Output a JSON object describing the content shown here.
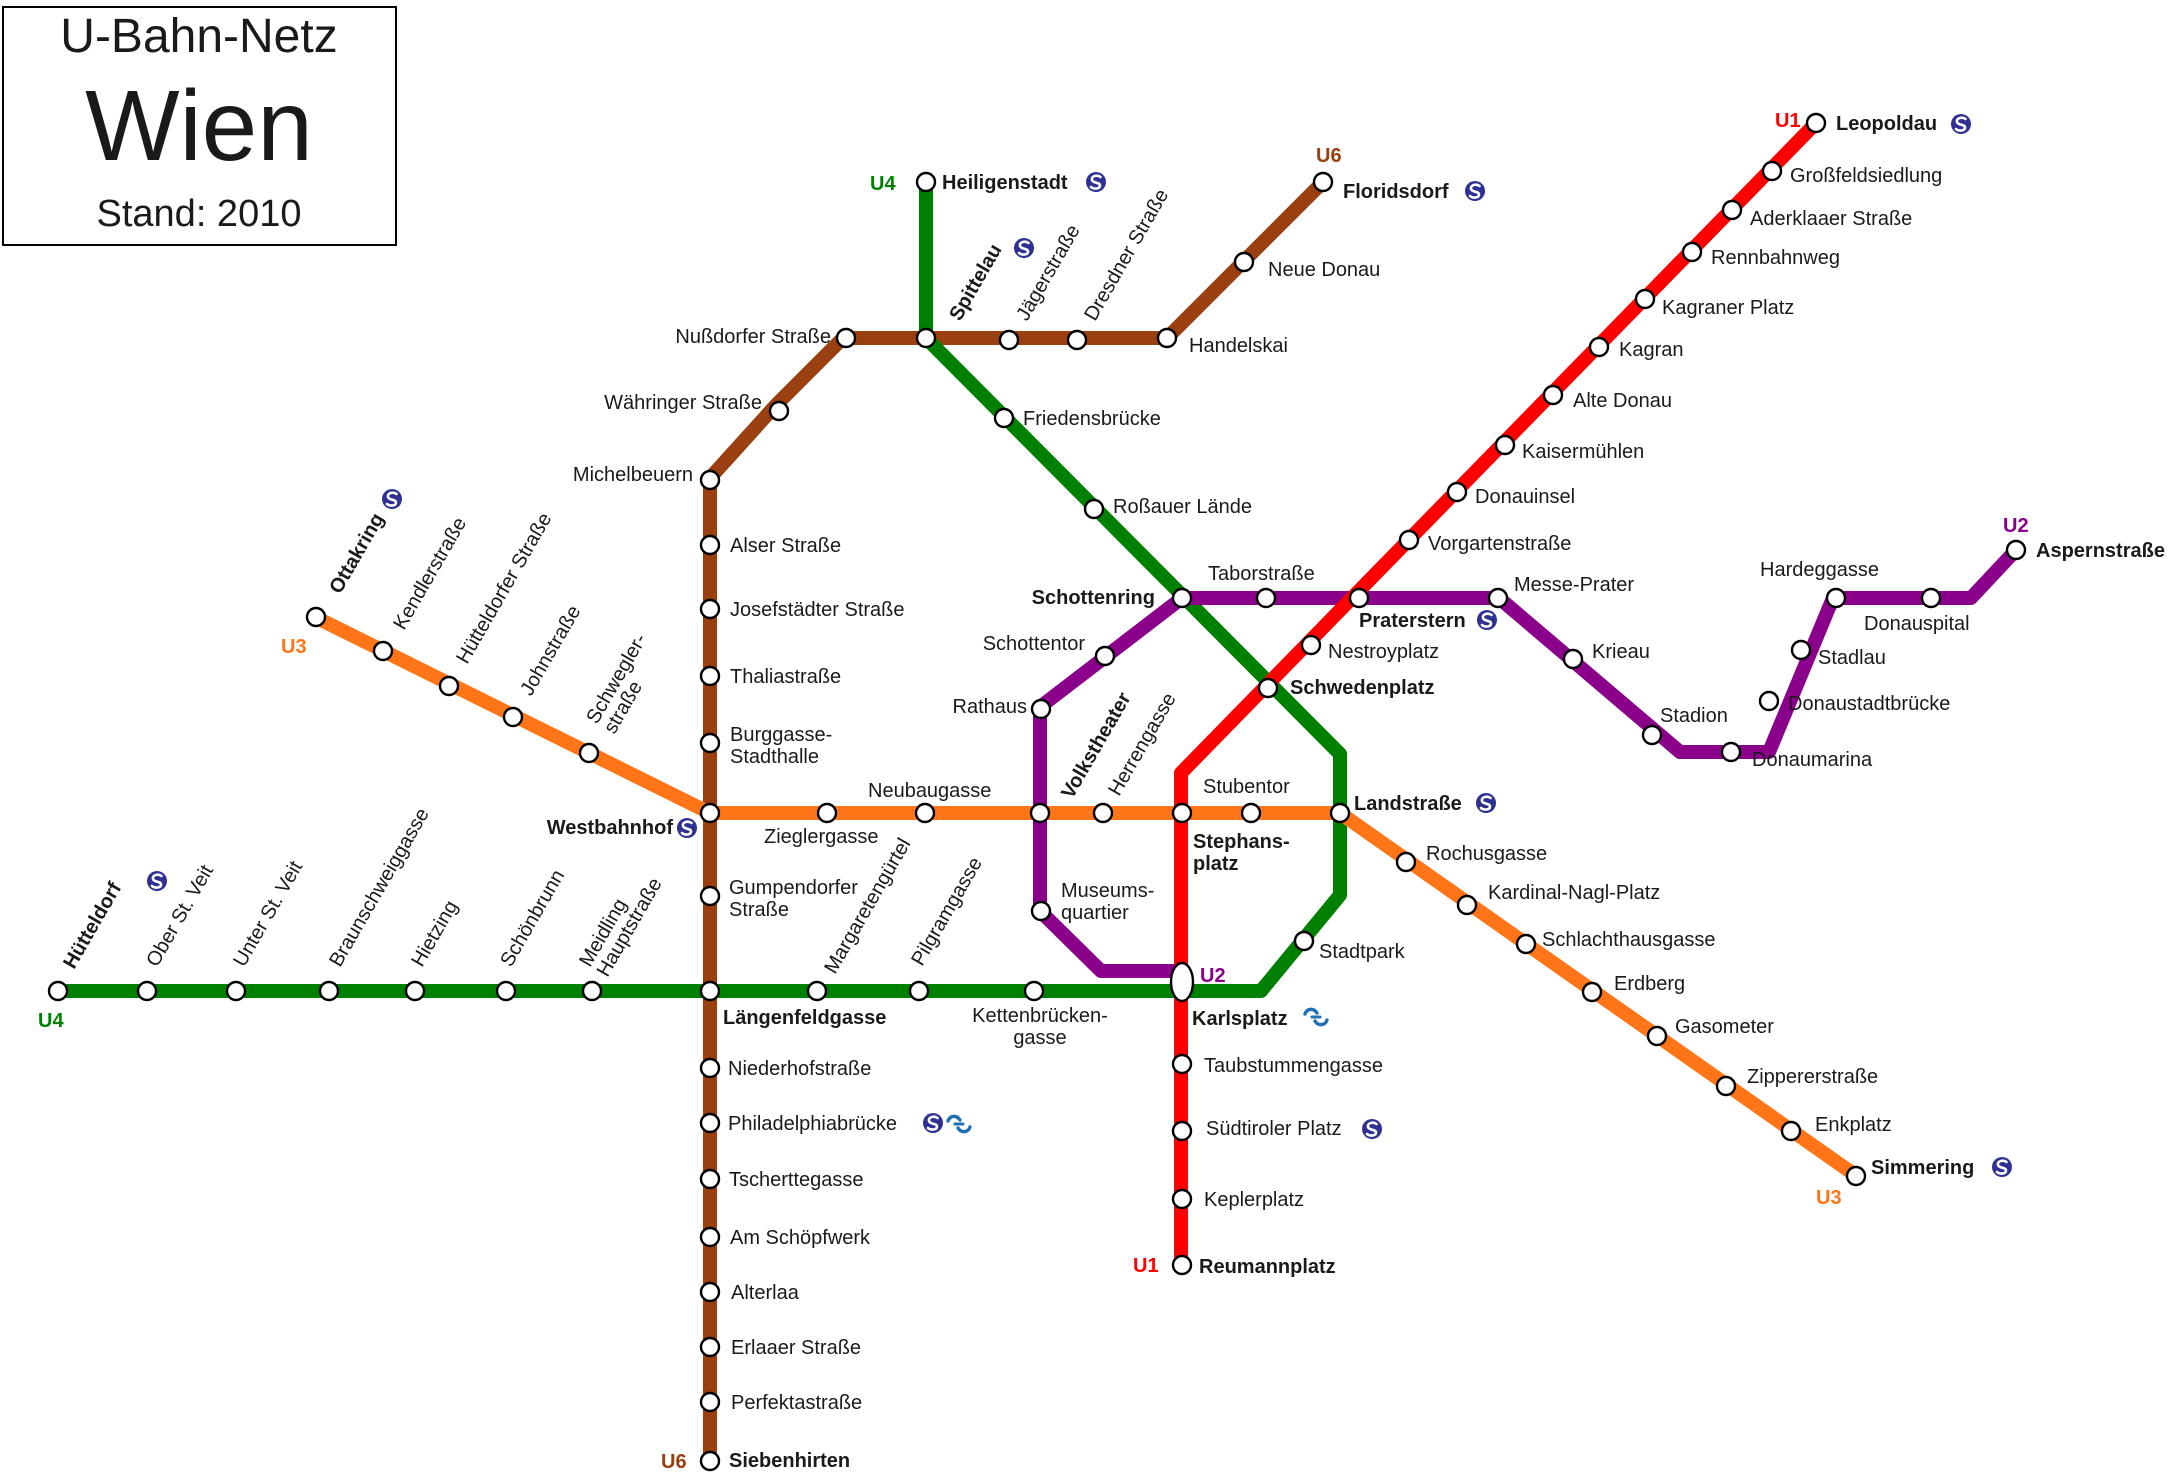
{
  "title": {
    "line1": "U-Bahn-Netz",
    "line2": "Wien",
    "line3": "Stand: 2010"
  },
  "colors": {
    "U1": "#ff0000",
    "U2": "#8b008b",
    "U3": "#ff7518",
    "U4": "#008000",
    "U6": "#993f10",
    "sbahn": "#2e3192",
    "badner": "#1f6fb5"
  },
  "icons": {
    "s_bahn": "s-bahn-icon",
    "badner_bahn": "badner-bahn-icon"
  },
  "lines": [
    {
      "id": "U1",
      "label": "U1"
    },
    {
      "id": "U2",
      "label": "U2"
    },
    {
      "id": "U3",
      "label": "U3"
    },
    {
      "id": "U4",
      "label": "U4"
    },
    {
      "id": "U6",
      "label": "U6"
    }
  ],
  "stations": [
    {
      "id": "heiligenstadt",
      "name": "Heiligenstadt",
      "major": true,
      "sbahn": true
    },
    {
      "id": "spittelau",
      "name": "Spittelau",
      "major": true,
      "sbahn": true
    },
    {
      "id": "friedensbruecke",
      "name": "Friedensbrücke"
    },
    {
      "id": "rossauer",
      "name": "Roßauer Lände"
    },
    {
      "id": "schottenring",
      "name": "Schottenring",
      "major": true
    },
    {
      "id": "schwedenplatz",
      "name": "Schwedenplatz",
      "major": true
    },
    {
      "id": "landstrasse",
      "name": "Landstraße",
      "major": true,
      "sbahn": true
    },
    {
      "id": "stadtpark",
      "name": "Stadtpark"
    },
    {
      "id": "karlsplatz",
      "name": "Karlsplatz",
      "major": true,
      "badner": true
    },
    {
      "id": "kettenbruecken",
      "name_lines": [
        "Kettenbrücken-",
        "gasse"
      ]
    },
    {
      "id": "pilgramgasse",
      "name": "Pilgramgasse"
    },
    {
      "id": "margaretenguertel",
      "name": "Margaretengürtel"
    },
    {
      "id": "laengenfeldgasse",
      "name": "Längenfeldgasse",
      "major": true
    },
    {
      "id": "meidling",
      "name_lines": [
        "Meidling",
        "Hauptstraße"
      ]
    },
    {
      "id": "schoenbrunn",
      "name": "Schönbrunn"
    },
    {
      "id": "hietzing",
      "name": "Hietzing"
    },
    {
      "id": "braunschweiggasse",
      "name": "Braunschweiggasse"
    },
    {
      "id": "unter_st_veit",
      "name": "Unter St. Veit"
    },
    {
      "id": "ober_st_veit",
      "name": "Ober St. Veit"
    },
    {
      "id": "huetteldorf",
      "name": "Hütteldorf",
      "major": true,
      "sbahn": true
    },
    {
      "id": "floridsdorf",
      "name": "Floridsdorf",
      "major": true,
      "sbahn": true
    },
    {
      "id": "neue_donau",
      "name": "Neue Donau"
    },
    {
      "id": "handelskai",
      "name": "Handelskai"
    },
    {
      "id": "dresdner",
      "name": "Dresdner Straße"
    },
    {
      "id": "jaegerstrasse",
      "name": "Jägerstraße"
    },
    {
      "id": "nussdorfer",
      "name": "Nußdorfer Straße"
    },
    {
      "id": "waehringer",
      "name": "Währinger Straße"
    },
    {
      "id": "michelbeuern",
      "name": "Michelbeuern"
    },
    {
      "id": "alser",
      "name": "Alser Straße"
    },
    {
      "id": "josefstaedter",
      "name": "Josefstädter Straße"
    },
    {
      "id": "thaliastrasse",
      "name": "Thaliastraße"
    },
    {
      "id": "burggasse",
      "name_lines": [
        "Burggasse-",
        "Stadthalle"
      ]
    },
    {
      "id": "westbahnhof",
      "name": "Westbahnhof",
      "major": true,
      "sbahn": true
    },
    {
      "id": "gumpendorfer",
      "name_lines": [
        "Gumpendorfer",
        "Straße"
      ]
    },
    {
      "id": "niederhof",
      "name": "Niederhofstraße"
    },
    {
      "id": "philadelphia",
      "name": "Philadelphiabrücke",
      "sbahn": true,
      "badner": true
    },
    {
      "id": "tscherttegasse",
      "name": "Tscherttegasse"
    },
    {
      "id": "am_schoepfwerk",
      "name": "Am Schöpfwerk"
    },
    {
      "id": "alterlaa",
      "name": "Alterlaa"
    },
    {
      "id": "erlaaer",
      "name": "Erlaaer Straße"
    },
    {
      "id": "perfekta",
      "name": "Perfektastraße"
    },
    {
      "id": "siebenhirten",
      "name": "Siebenhirten",
      "major": true
    },
    {
      "id": "leopoldau",
      "name": "Leopoldau",
      "major": true,
      "sbahn": true
    },
    {
      "id": "grossfeld",
      "name": "Großfeldsiedlung"
    },
    {
      "id": "aderklaaer",
      "name": "Aderklaaer Straße"
    },
    {
      "id": "rennbahnweg",
      "name": "Rennbahnweg"
    },
    {
      "id": "kagraner_platz",
      "name": "Kagraner Platz"
    },
    {
      "id": "kagran",
      "name": "Kagran"
    },
    {
      "id": "alte_donau",
      "name": "Alte Donau"
    },
    {
      "id": "kaisermuehlen",
      "name": "Kaisermühlen"
    },
    {
      "id": "donauinsel",
      "name": "Donauinsel"
    },
    {
      "id": "vorgarten",
      "name": "Vorgartenstraße"
    },
    {
      "id": "praterstern",
      "name": "Praterstern",
      "major": true,
      "sbahn": true
    },
    {
      "id": "nestroyplatz",
      "name": "Nestroyplatz"
    },
    {
      "id": "stephansplatz",
      "name_lines": [
        "Stephans-",
        "platz"
      ],
      "major": true
    },
    {
      "id": "taubstummen",
      "name": "Taubstummengasse"
    },
    {
      "id": "suedtiroler",
      "name": "Südtiroler Platz",
      "sbahn": true
    },
    {
      "id": "keplerplatz",
      "name": "Keplerplatz"
    },
    {
      "id": "reumannplatz",
      "name": "Reumannplatz",
      "major": true
    },
    {
      "id": "aspernstrasse",
      "name": "Aspernstraße",
      "major": true
    },
    {
      "id": "donauspital",
      "name": "Donauspital"
    },
    {
      "id": "hardeggasse",
      "name": "Hardeggasse"
    },
    {
      "id": "stadlau",
      "name": "Stadlau"
    },
    {
      "id": "donaustadtbruecke",
      "name": "Donaustadtbrücke"
    },
    {
      "id": "donaumarina",
      "name": "Donaumarina"
    },
    {
      "id": "stadion",
      "name": "Stadion"
    },
    {
      "id": "krieau",
      "name": "Krieau"
    },
    {
      "id": "messe_prater",
      "name": "Messe-Prater"
    },
    {
      "id": "taborstrasse",
      "name": "Taborstraße"
    },
    {
      "id": "schottentor",
      "name": "Schottentor"
    },
    {
      "id": "rathaus",
      "name": "Rathaus"
    },
    {
      "id": "volkstheater",
      "name": "Volkstheater",
      "major": true
    },
    {
      "id": "museumsquartier",
      "name_lines": [
        "Museums-",
        "quartier"
      ]
    },
    {
      "id": "ottakring",
      "name": "Ottakring",
      "major": true,
      "sbahn": true
    },
    {
      "id": "kendler",
      "name": "Kendlerstraße"
    },
    {
      "id": "huetteldorfer",
      "name": "Hütteldorfer Straße"
    },
    {
      "id": "johnstrasse",
      "name": "Johnstraße"
    },
    {
      "id": "schweglerstrasse",
      "name_lines": [
        "Schwegler-",
        "straße"
      ]
    },
    {
      "id": "zieglergasse",
      "name": "Zieglergasse"
    },
    {
      "id": "neubaugasse",
      "name": "Neubaugasse"
    },
    {
      "id": "herrengasse",
      "name": "Herrengasse"
    },
    {
      "id": "stubentor",
      "name": "Stubentor"
    },
    {
      "id": "rochusgasse",
      "name": "Rochusgasse"
    },
    {
      "id": "kardinal",
      "name": "Kardinal-Nagl-Platz"
    },
    {
      "id": "schlachthaus",
      "name": "Schlachthausgasse"
    },
    {
      "id": "erdberg",
      "name": "Erdberg"
    },
    {
      "id": "gasometer",
      "name": "Gasometer"
    },
    {
      "id": "zipperer",
      "name": "Zippererstraße"
    },
    {
      "id": "enkplatz",
      "name": "Enkplatz"
    },
    {
      "id": "simmering",
      "name": "Simmering",
      "major": true,
      "sbahn": true
    }
  ]
}
